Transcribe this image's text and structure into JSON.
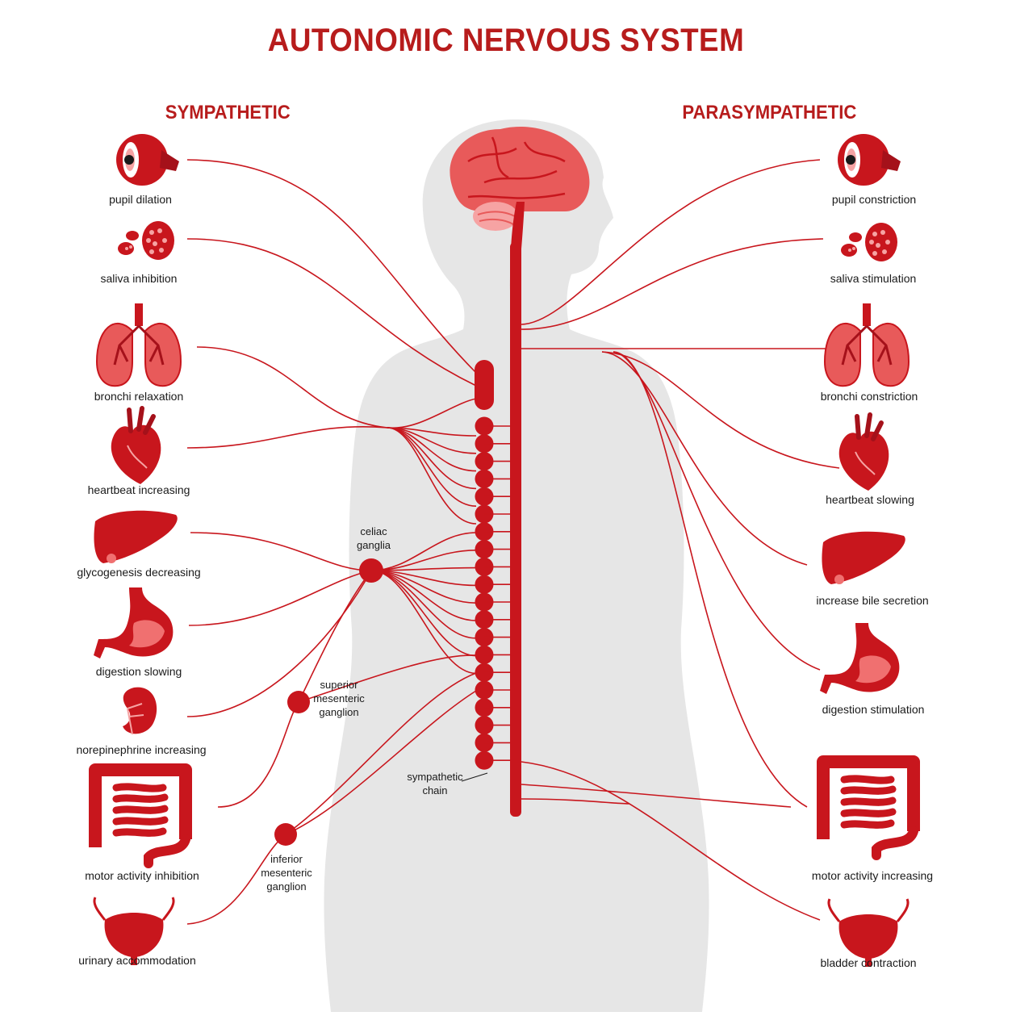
{
  "title": "AUTONOMIC NERVOUS SYSTEM",
  "sympathetic": {
    "heading": "SYMPATHETIC",
    "items": [
      {
        "label": "pupil dilation",
        "icon": "eye-icon"
      },
      {
        "label": "saliva inhibition",
        "icon": "salivary-gland-icon"
      },
      {
        "label": "bronchi relaxation",
        "icon": "lungs-icon"
      },
      {
        "label": "heartbeat increasing",
        "icon": "heart-icon"
      },
      {
        "label": "glycogenesis decreasing",
        "icon": "liver-icon"
      },
      {
        "label": "digestion slowing",
        "icon": "stomach-icon"
      },
      {
        "label": "norepinephrine increasing",
        "icon": "kidney-icon"
      },
      {
        "label": "motor activity inhibition",
        "icon": "intestine-icon"
      },
      {
        "label": "urinary accommodation",
        "icon": "bladder-icon"
      }
    ]
  },
  "parasympathetic": {
    "heading": "PARASYMPATHETIC",
    "items": [
      {
        "label": "pupil constriction",
        "icon": "eye-icon"
      },
      {
        "label": "saliva stimulation",
        "icon": "salivary-gland-icon"
      },
      {
        "label": "bronchi constriction",
        "icon": "lungs-icon"
      },
      {
        "label": "heartbeat slowing",
        "icon": "heart-icon"
      },
      {
        "label": "increase bile secretion",
        "icon": "liver-icon"
      },
      {
        "label": "digestion stimulation",
        "icon": "stomach-icon"
      },
      {
        "label": "motor activity increasing",
        "icon": "intestine-icon"
      },
      {
        "label": "bladder contraction",
        "icon": "bladder-icon"
      }
    ]
  },
  "ganglia": {
    "celiac": [
      "celiac",
      "ganglia"
    ],
    "superior_mesenteric": [
      "superior",
      "mesenteric",
      "ganglion"
    ],
    "inferior_mesenteric": [
      "inferior",
      "mesenteric",
      "ganglion"
    ],
    "sympathetic_chain": [
      "sympathetic",
      "chain"
    ]
  },
  "colors": {
    "primary": "#c8161d",
    "dark": "#a5111a",
    "light": "#f07070",
    "pink": "#f6a3a3",
    "silhouette": "#e6e6e6",
    "title": "#b71c1c"
  }
}
